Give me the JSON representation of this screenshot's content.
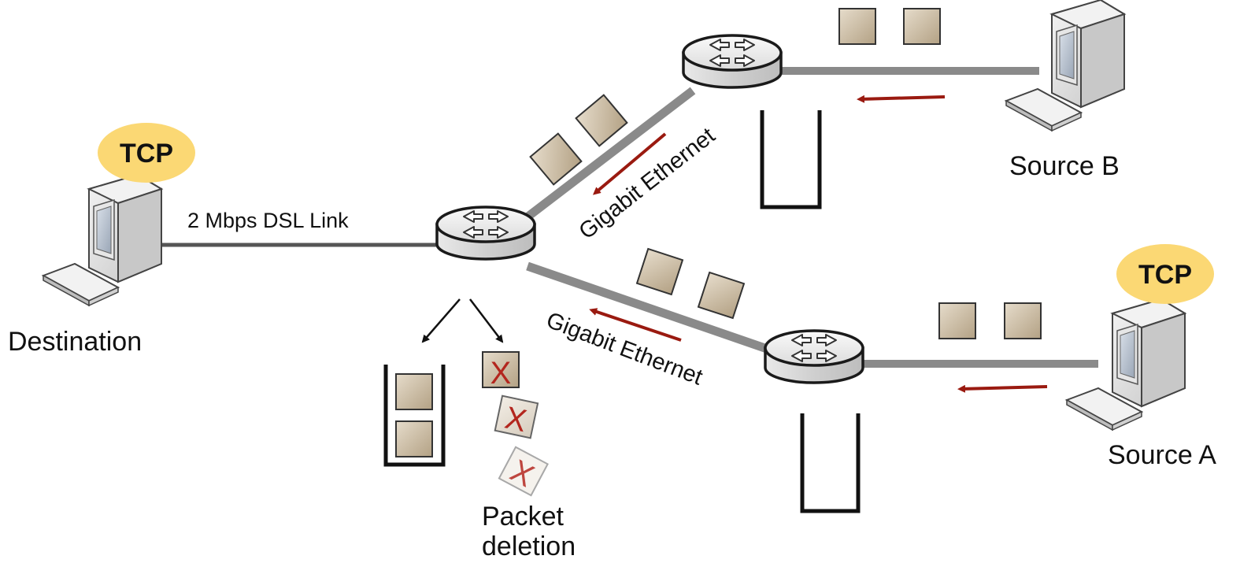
{
  "labels": {
    "destination": "Destination",
    "source_a": "Source A",
    "source_b": "Source B",
    "dsl_link": "2 Mbps DSL Link",
    "gigabit_upper": "Gigabit Ethernet",
    "gigabit_lower": "Gigabit Ethernet",
    "packet_deletion_line1": "Packet",
    "packet_deletion_line2": "deletion",
    "tcp_destination": "TCP",
    "tcp_source_a": "TCP",
    "drop_mark": "X"
  },
  "colors": {
    "link": "#777777",
    "arrow": "#9a1a10",
    "tcp_badge": "#fbd874",
    "packet_fill": "#c9b99e",
    "drop_mark": "#b3261e"
  },
  "icons": [
    "computer-icon",
    "router-icon",
    "packet-icon",
    "dropped-packet-icon",
    "queue-buffer-icon",
    "flow-arrow-icon"
  ]
}
